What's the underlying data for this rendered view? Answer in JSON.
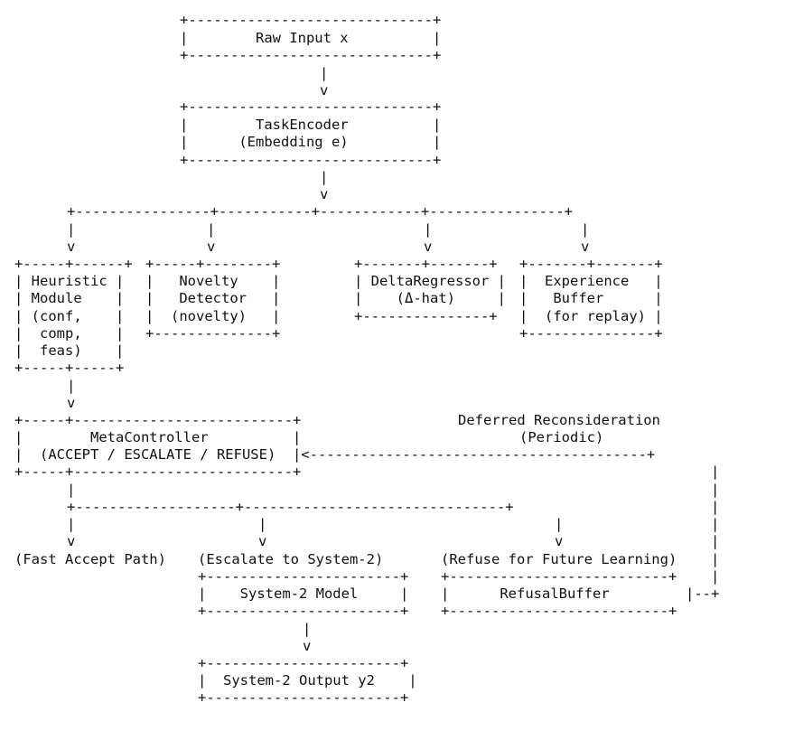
{
  "raw_input": {
    "frame": [
      "+-----------------------------+",
      "|        Raw Input x          |",
      "+-----------------------------+"
    ],
    "connector": [
      "|",
      "v"
    ]
  },
  "task_encoder": {
    "frame": [
      "+-----------------------------+",
      "|        TaskEncoder          |",
      "|      (Embedding e)          |",
      "+-----------------------------+"
    ],
    "connector": [
      "|",
      "v"
    ]
  },
  "fanout": {
    "bus": "+----------------+-----------+------------+----------------+",
    "stems": [
      "|",
      "v"
    ]
  },
  "heuristic_module": {
    "frame": [
      "+-----+------+",
      "| Heuristic |",
      "| Module    |",
      "| (conf,    |",
      "|  comp,    |",
      "|  feas)    |",
      "+-----+-----+"
    ],
    "connector": [
      "|",
      "v"
    ]
  },
  "novelty_detector": {
    "frame": [
      "+-----+--------+",
      "|   Novelty    |",
      "|   Detector   |",
      "|  (novelty)   |",
      "+--------------+"
    ]
  },
  "delta_regressor": {
    "frame": [
      "+-------+-------+",
      "| DeltaRegressor |",
      "|    (Δ-hat)     |",
      "+---------------+"
    ]
  },
  "experience_buffer": {
    "frame": [
      "+-------+-------+",
      "|  Experience   |",
      "|   Buffer      |",
      "|  (for replay) |",
      "+---------------+"
    ]
  },
  "meta_controller": {
    "frame": [
      "+-----+--------------------------+",
      "|        MetaController          |",
      "|  (ACCEPT / ESCALATE / REFUSE)  |<----------------------------------------+",
      "+-----+--------------------------+"
    ],
    "connector": "|",
    "bus": "+-------------------+-------------------------------+"
  },
  "deferred_label": {
    "line1": "Deferred Reconsideration",
    "line2": "(Periodic)"
  },
  "feedback": {
    "segment": "|",
    "return": "|--+"
  },
  "branches": {
    "arrows": [
      "|",
      "v"
    ],
    "fast_accept": "(Fast Accept Path)",
    "escalate": "(Escalate to System-2)",
    "refuse": "(Refuse for Future Learning)"
  },
  "system2_model": {
    "frame": [
      "+-----------------------+",
      "|    System-2 Model     |",
      "+-----------------------+"
    ],
    "connector": [
      "|",
      "v"
    ]
  },
  "refusal_buffer": {
    "frame": [
      "+--------------------------+",
      "|      RefusalBuffer       ",
      "+--------------------------+"
    ]
  },
  "system2_output": {
    "frame": [
      "+-----------------------+",
      "|  System-2 Output y2    |",
      "+-----------------------+"
    ]
  }
}
